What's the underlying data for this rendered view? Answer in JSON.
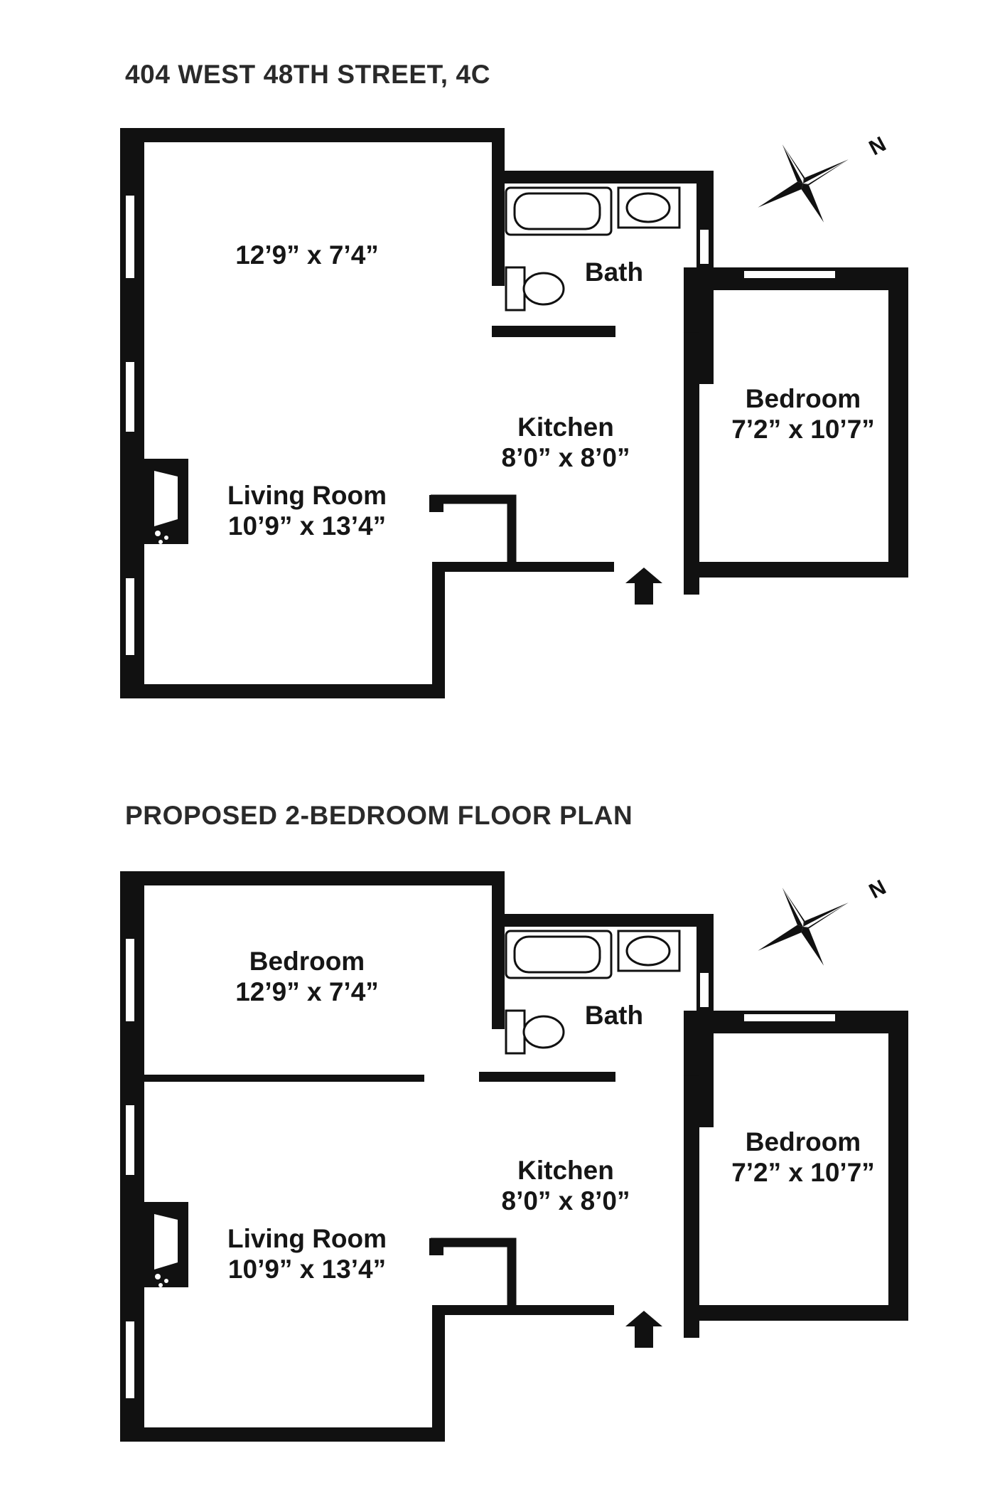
{
  "plans": [
    {
      "title": "404 WEST 48TH STREET, 4C",
      "rooms": [
        {
          "name": "",
          "dims": "12’9” x 7’4”"
        },
        {
          "name": "Bath",
          "dims": ""
        },
        {
          "name": "Bedroom",
          "dims": "7’2” x 10’7”"
        },
        {
          "name": "Kitchen",
          "dims": "8’0” x 8’0”"
        },
        {
          "name": "Living Room",
          "dims": "10’9” x 13’4”"
        }
      ]
    },
    {
      "title": "PROPOSED 2-BEDROOM FLOOR PLAN",
      "rooms": [
        {
          "name": "Bedroom",
          "dims": "12’9” x 7’4”"
        },
        {
          "name": "Bath",
          "dims": ""
        },
        {
          "name": "Bedroom",
          "dims": "7’2” x 10’7”"
        },
        {
          "name": "Kitchen",
          "dims": "8’0” x 8’0”"
        },
        {
          "name": "Living Room",
          "dims": "10’9” x 13’4”"
        }
      ]
    }
  ],
  "compass": {
    "north_label": "N",
    "icon": "compass-star-icon"
  },
  "entry": {
    "icon": "entry-arrow-icon"
  }
}
